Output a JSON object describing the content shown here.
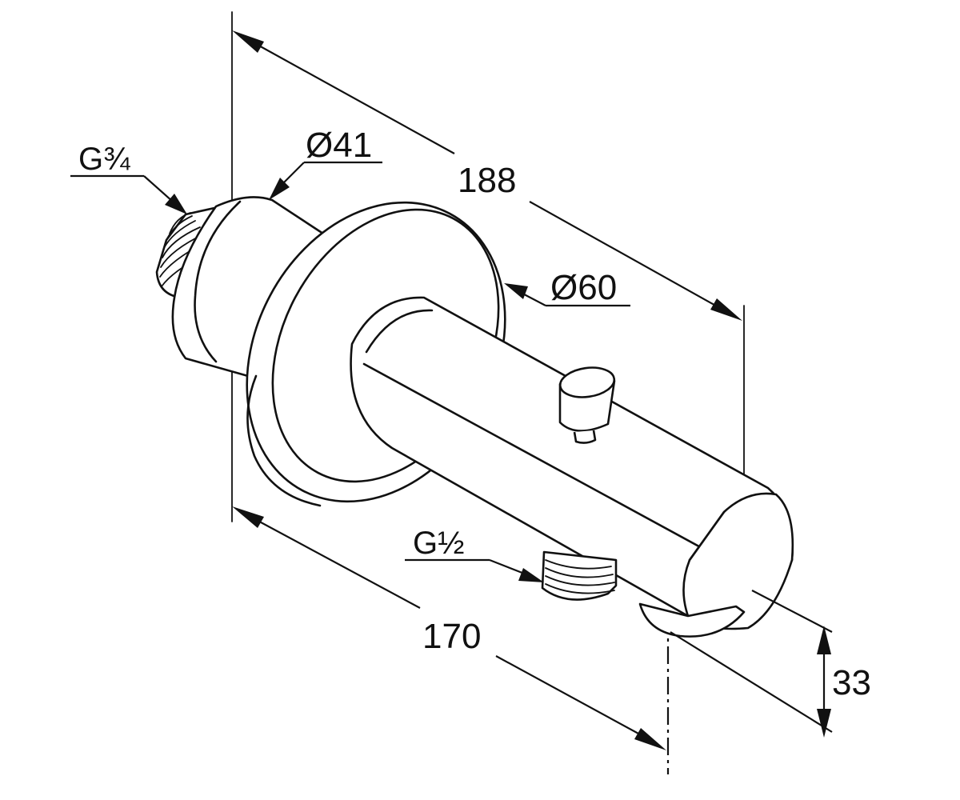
{
  "dimensions": {
    "overall_length": "188",
    "wall_length": "170",
    "outlet_height": "33",
    "pipe_diameter": "Ø41",
    "rosette_diameter": "Ø60",
    "inlet_thread": "G¾",
    "outlet_thread": "G½"
  }
}
